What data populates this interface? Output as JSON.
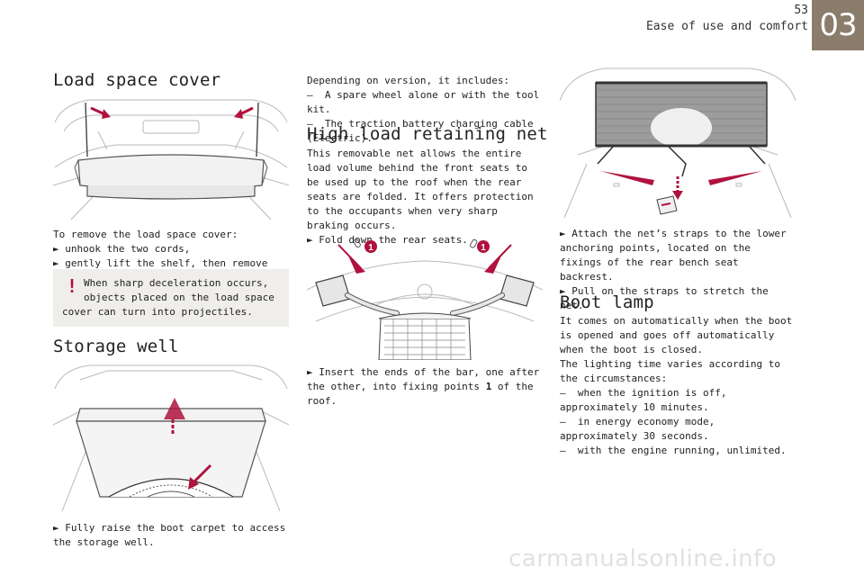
{
  "header": {
    "page_number": "53",
    "section": "Ease of use and comfort",
    "chapter": "03"
  },
  "col1": {
    "load_cover": {
      "title": "Load space cover",
      "intro": "To remove the load space cover:",
      "steps": [
        "unhook the two cords,",
        "gently lift the shelf, then remove it."
      ],
      "warning": "When sharp deceleration occurs, objects placed on the load space cover can turn into projectiles."
    },
    "storage_well": {
      "title": "Storage well",
      "step": "Fully raise the boot carpet to access the storage well."
    }
  },
  "col2": {
    "intro": "Depending on version, it includes:",
    "items": [
      "A spare wheel alone or with the tool kit.",
      "The traction battery charging cable (Electric)."
    ],
    "net": {
      "title": "High load retaining net",
      "desc": "This removable net allows the entire load volume behind the front seats to be used up to the roof when the rear seats are folded. It offers protection to the occupants when very sharp braking occurs.",
      "step1": "Fold down the rear seats.",
      "callout": "1",
      "step2_pre": "Insert the ends of the bar, one after the other, into fixing points ",
      "step2_bold": "1",
      "step2_post": " of the roof."
    }
  },
  "col3": {
    "net_steps": [
      "Attach the net’s straps to the lower anchoring points, located on the fixings of the rear bench seat backrest.",
      "Pull on the straps to stretch the net."
    ],
    "boot_lamp": {
      "title": "Boot lamp",
      "p1": "It comes on automatically when the boot is opened and goes off automatically when the boot is closed.",
      "p2": "The lighting time varies according to the circumstances:",
      "items": [
        "when the ignition is off, approximately 10 minutes.",
        "in energy economy mode, approximately 30 seconds.",
        "with the engine running, unlimited."
      ]
    }
  },
  "glyphs": {
    "step_arrow": "►",
    "dash": "–",
    "warning_mark": "!"
  },
  "colors": {
    "accent": "#b0123d",
    "chapter_tab": "#8b7d6b",
    "warning_bg": "#efeeeb"
  },
  "watermark": "carmanualsonline.info"
}
